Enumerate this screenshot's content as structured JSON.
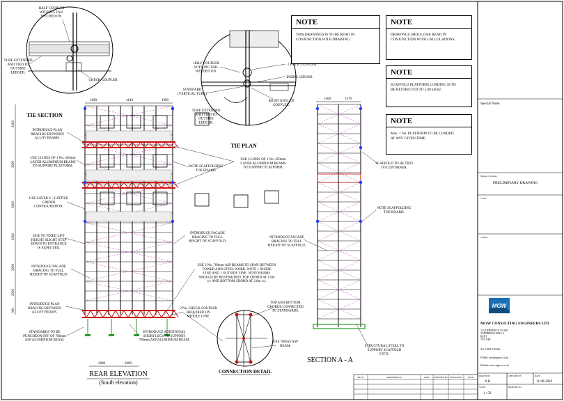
{
  "details": {
    "top_left": {
      "labels": [
        "HALF COUPLER\nWITH PIG TAIL\nWELDED ON.",
        "TUBE EXTENDED\nAND TIED TO\nOUTSIDE\nLEDGER.",
        "CHECK COUPLER"
      ]
    },
    "top_center": {
      "labels": [
        "HALF COUPLER\nWITH PIG TAIL\nWELDED ON.",
        "CHECK COUPLER",
        "INSIDE LEDGER",
        "STANDARD\n(VERTICAL TUBE)",
        "RIGHT ANGLED\nCOUPLER.",
        "TUBE EXTENDED\nAND TIED TO\nOUTSIDE\nLEDGER."
      ]
    }
  },
  "notes": [
    {
      "title": "NOTE",
      "body": "THIS DRAWINGS IS TO BE READ IN\nCONJUNCTION WITH DRAWING :"
    },
    {
      "title": "NOTE",
      "body": "DRAWINGS SHOULD BE READ IN\nCONJUNCTION WITH CALCULATIONS."
    },
    {
      "title": "NOTE",
      "body": "SCAFFOLD PLATFORM LOADING IS TO\nBE RESTRICTED TO 5.00 kN/m²."
    },
    {
      "title": "NOTE",
      "body": "Max. 1 No. PLATFORM TO BE LOADED\nAT ANY GIVEN TIME."
    }
  ],
  "elevation": {
    "top_dims": [
      "1090",
      "4140",
      "1990"
    ],
    "left_dims": [
      "2500",
      "3000",
      "3000",
      "2000",
      "3000",
      "2000",
      "300"
    ],
    "bottom_dims": [
      "2000",
      "2000"
    ],
    "labels": {
      "tie_section": "TIE SECTION",
      "tie_plan": "TIE PLAN",
      "bracing_top": "INTRODUCE PLAN\nBRACING BETWEEN\nALLOY BEAMS.",
      "lines_top": "USE 3 LINES OF 1 No. 450mm\nLAYER ALUMINIUM BEAMS\nTO SUPPORT PLATFORM.",
      "layer_u": "USE LAYER U - LATTICE\nGIRDER\nCONFIGURATION.",
      "fixed_lift": "DUE TO FIXED LIFT\nHEIGHT SLIGHT STEP\nDOWN TO ENTRANCE\nIS EXPECTED.",
      "facade_left": "INTRODUCE FACADE\nBRACING TO FULL\nHEIGHT OF SCAFFOLD.",
      "bracing_bottom": "INTRODUCE PLAN\nBRACING BETWEEN\nALLOY BEAMS.",
      "standards": "STANDARDS TO BE\nPUNCHEON OFF OF 780mm\nASP ALUMINIUM BEAM.",
      "short_legs": "INTRODUCE ADDITIONAL\nSHORT LEGS TO SUPPORT\n780mm ASP ALUMINIUM BEAM.",
      "facade_mid": "INTRODUCE FACADE\nBRACING TO FULL\nHEIGHT OF SCAFFOLD.",
      "toe_board": "NOTE SCAFFOLDING\nTOE BOARD.",
      "lines_mid": "USE 3 LINES OF 1 No. 450mm\nLAYER ALUMINIUM BEAMS\nTO SUPPORT PLATFORM.",
      "asp_beams": "USE 3 No. 780mm ASP BEAMS TO SPAN BETWEEN\nTOWER AND STEEL WORK. NOTE 1 INSIDE\nLINE AND 1 OUTSIDE LINE. NOTE BEAMS\nSHOULD BE RESTRAINED, TOP CHORD AT 1.0m\nc/c AND BOTTOM CHORD AT 2.0m c/c.",
      "check_coupler": "2 No. CHECK COUPLER\nREQUIRED ON\nMIDDLE LINE.",
      "title": "REAR ELEVATION",
      "subtitle": "(South elevation)"
    }
  },
  "connection": {
    "title": "CONNECTION DETAIL",
    "labels": [
      "TOP AND BOTTOM\nCHORDS CONNECTED\nTO STANDARDS.",
      "USE 780mm ASP\nBEAM."
    ]
  },
  "section": {
    "top_dims": [
      "1400",
      "1570"
    ],
    "title": "SECTION A - A",
    "labels": {
      "tied": "SCAFFOLD TO BE TIED\nTO CONTAINER.",
      "toe": "NOTE SCAFFOLDING\nTOE BOARD.",
      "facade": "INTRODUCE FACADE\nBRACING TO FULL\nHEIGHT OF SCAFFOLD.",
      "steel": "STRUCTURAL STEEL TO\nSUPPORT SCAFFOLD\nLEGS."
    }
  },
  "title_block": {
    "special_notes": "Special Notes",
    "drawing_label": "Number of drawing",
    "drawing_value": "PRELIMINARY DRAWING",
    "title_label": "TITLE",
    "client_label": "CLIENT",
    "company": "MGW CONSULTING ENGINEERS LTD",
    "logo_text": "MGW",
    "address": "31 QUERNFIELD CLOSE\nTUNBRIDGE WELLS\nKENT\nTN2 3QH",
    "tel": "Tel: 01892 539 366",
    "email": "E-Mail: info@mgwcs.co.uk",
    "website": "Website: www.mgwcs.co.uk",
    "drawn_label": "DRAWN BY",
    "drawn_value": "N.K",
    "checked_label": "CHECKED BY",
    "checked_value": "",
    "date_label": "DATE",
    "date_value": "11-08-2010",
    "scale_label": "SCALE",
    "scale_value": "1 : 50",
    "drawing_no_label": "DRAWING No."
  },
  "revision_table": {
    "headers": [
      "REV/N",
      "AMENDMENTS",
      "DATE",
      "AMENDED BY",
      "CHECKED BY",
      "APP'D"
    ]
  },
  "colors": {
    "accent": "#cc1111",
    "tie": "#1a3cff",
    "brace": "#b030b0",
    "ground": "#2a9a2a",
    "logo": "#1a6fb5"
  }
}
